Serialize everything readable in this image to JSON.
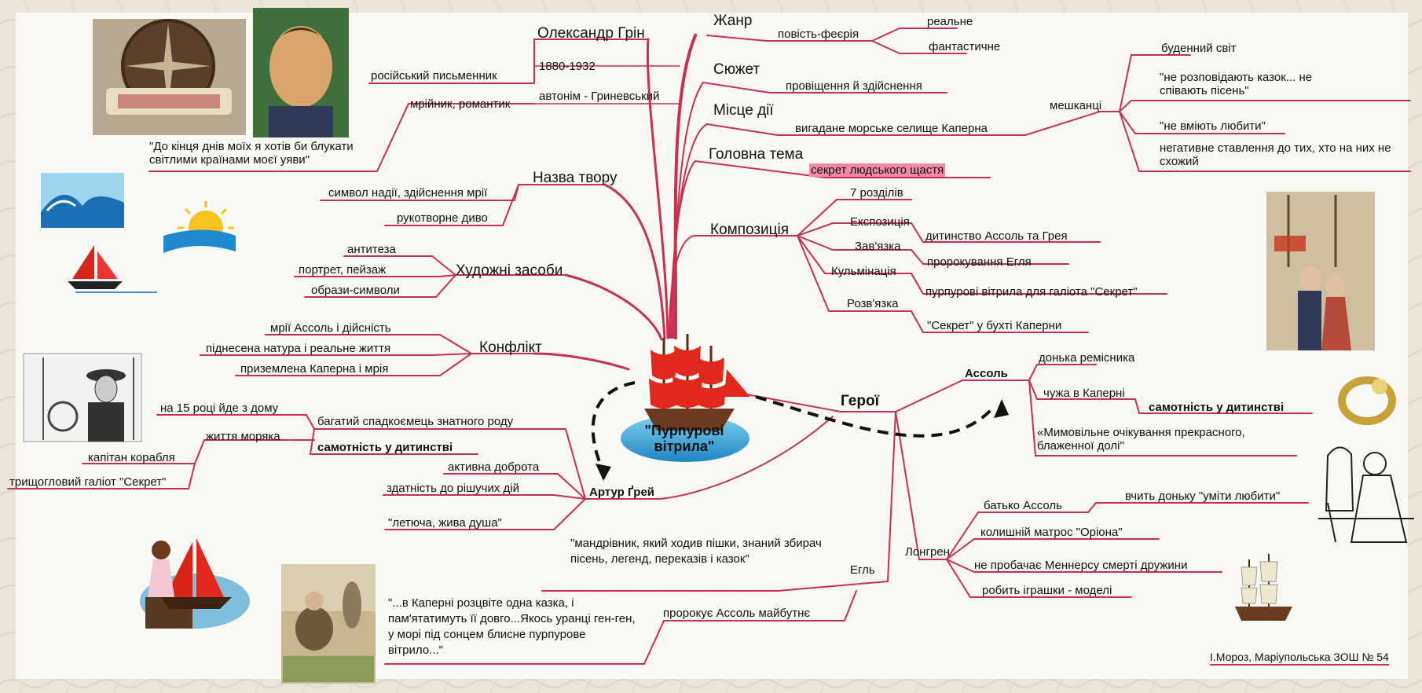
{
  "center": {
    "title": "\"Пурпурові вітрила\""
  },
  "author": {
    "name": "Олександр Грін",
    "years": "1880-1932",
    "pseudonym": "автонім - Гриневський",
    "role": "російський письменник",
    "trait": "мрійник, романтик",
    "quote": "\"До кінця днів моїх я хотів би блукати світлими країнами моєї уяви\""
  },
  "title_branch": {
    "label": "Назва твору",
    "items": [
      "символ надії, здійснення мрії",
      "рукотворне диво"
    ]
  },
  "means": {
    "label": "Художні засоби",
    "items": [
      "антитеза",
      "портрет, пейзаж",
      "образи-символи"
    ]
  },
  "conflict": {
    "label": "Конфлікт",
    "items": [
      "мрії Ассоль і дійсність",
      "піднесена натура і реальне життя",
      "приземлена Каперна і мрія"
    ]
  },
  "genre": {
    "label": "Жанр",
    "sub": "повість-феєрія",
    "items": [
      "реальне",
      "фантастичне"
    ]
  },
  "plot": {
    "label": "Сюжет",
    "value": "провіщення й здійснення"
  },
  "place": {
    "label": "Місце дії",
    "value": "вигадане морське селище Каперна",
    "residents_label": "мешканці",
    "residents": [
      "буденний світ",
      "\"не розповідають казок... не співають пісень\"",
      "\"не вміють любити\"",
      "негативне ставлення до тих, хто на них не схожий"
    ]
  },
  "theme": {
    "label": "Головна тема",
    "value": "секрет людського щастя"
  },
  "composition": {
    "label": "Композиція",
    "items": [
      {
        "name": "7 розділів",
        "value": ""
      },
      {
        "name": "Експозиція",
        "value": "дитинство Ассоль та Грея"
      },
      {
        "name": "Зав'язка",
        "value": "пророкування Егля"
      },
      {
        "name": "Кульмінація",
        "value": "пурпурові вітрила для галіота \"Секрет\""
      },
      {
        "name": "Розв'язка",
        "value": "\"Секрет\" у бухті Каперни"
      }
    ]
  },
  "heroes": {
    "label": "Герої",
    "assol": {
      "label": "Ассоль",
      "items": [
        "донька ремісника",
        "чужа в Каперні",
        "«Мимовільне очікування прекрасного, блаженної долі\""
      ],
      "lonely": "самотність у дитинстві"
    },
    "longren": {
      "label": "Лонгрен",
      "father": "батько Ассоль",
      "teaches": "вчить доньку \"уміти любити\"",
      "items": [
        "колишній матрос \"Оріона\"",
        "не пробачає Меннерсу смерті дружини",
        "робить іграшки - моделі"
      ]
    },
    "egl": {
      "label": "Егль",
      "description": "\"мандрівник, який ходив пішки, знаний збирач пісень, легенд, переказів і казок\"",
      "predicts": "пророкує Ассоль майбутнє",
      "quote": "\"...в Каперні розцвіте одна казка, і пам'ятатимуть її довго...Якось уранці ген-ген, у морі під сонцем блисне пурпурове вітрило...\""
    },
    "grey": {
      "label": "Артур Ґрей",
      "heir": "багатий спадкоємець знатного роду",
      "leaves": "на 15 році йде з дому",
      "lonely": "самотність у дитинстві",
      "sailor": "життя моряка",
      "captain": "капітан корабля",
      "ship": "трищогловий галіот \"Секрет\"",
      "items": [
        "активна доброта",
        "здатність до рішучих дій",
        "\"летюча, жива душа\""
      ]
    }
  },
  "credit": "І.Мороз, Маріупольська ЗОШ № 54",
  "colors": {
    "branch": "#c8304f",
    "highlight": "#f08aa8",
    "sail": "#e0281c"
  }
}
